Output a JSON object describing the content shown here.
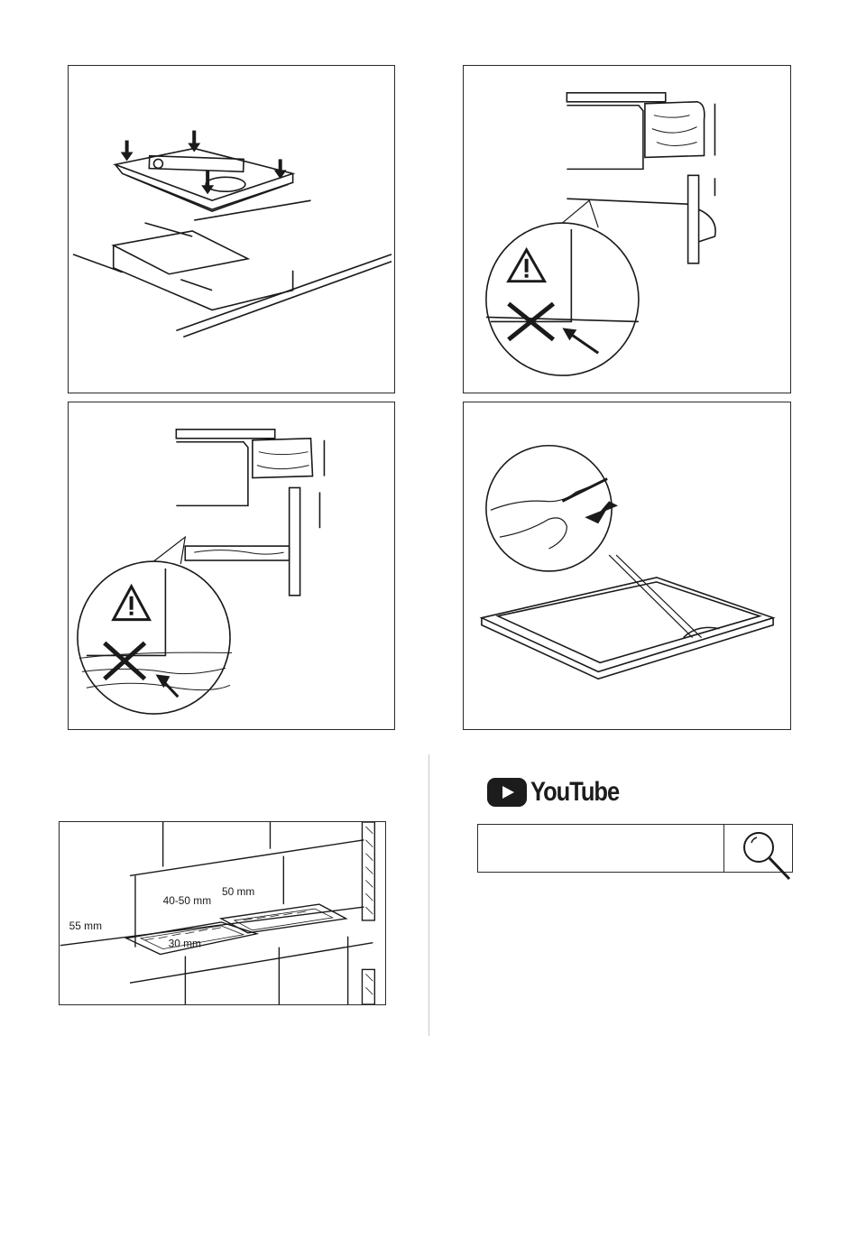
{
  "installation_figure": {
    "dimensions": {
      "side_clearance": "55 mm",
      "front_gap": "40-50 mm",
      "rear_clearance": "50 mm",
      "depth_below": "30 mm"
    }
  },
  "video": {
    "brand_name": "YouTube",
    "icons": {
      "play": "play-icon",
      "search": "magnifier-icon"
    }
  },
  "colors": {
    "line": "#1a1a1a",
    "background": "#ffffff"
  }
}
